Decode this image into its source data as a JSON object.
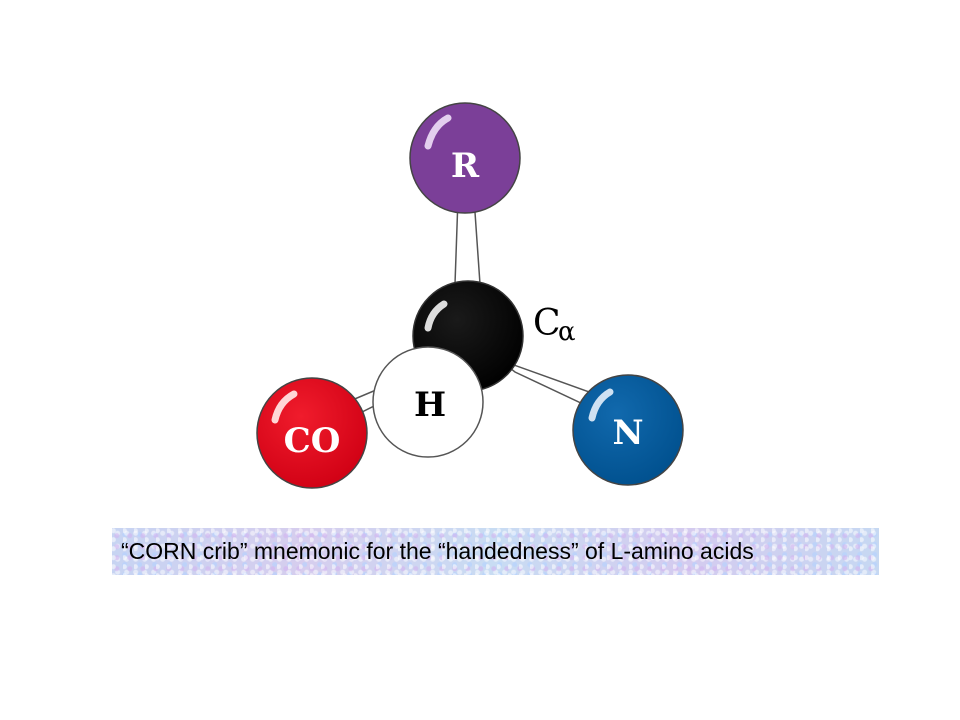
{
  "atoms": {
    "r": {
      "label": "R",
      "color": "#7b3f98"
    },
    "carbon": {
      "color": "#000000"
    },
    "co": {
      "label": "CO",
      "color": "#e2001a"
    },
    "n": {
      "label": "N",
      "color": "#005b9f"
    },
    "h": {
      "label": "H",
      "color": "#ffffff"
    }
  },
  "calpha": {
    "main": "C",
    "sub": "α"
  },
  "caption": {
    "text": "“CORN crib” mnemonic for the “handedness” of L-amino acids"
  }
}
